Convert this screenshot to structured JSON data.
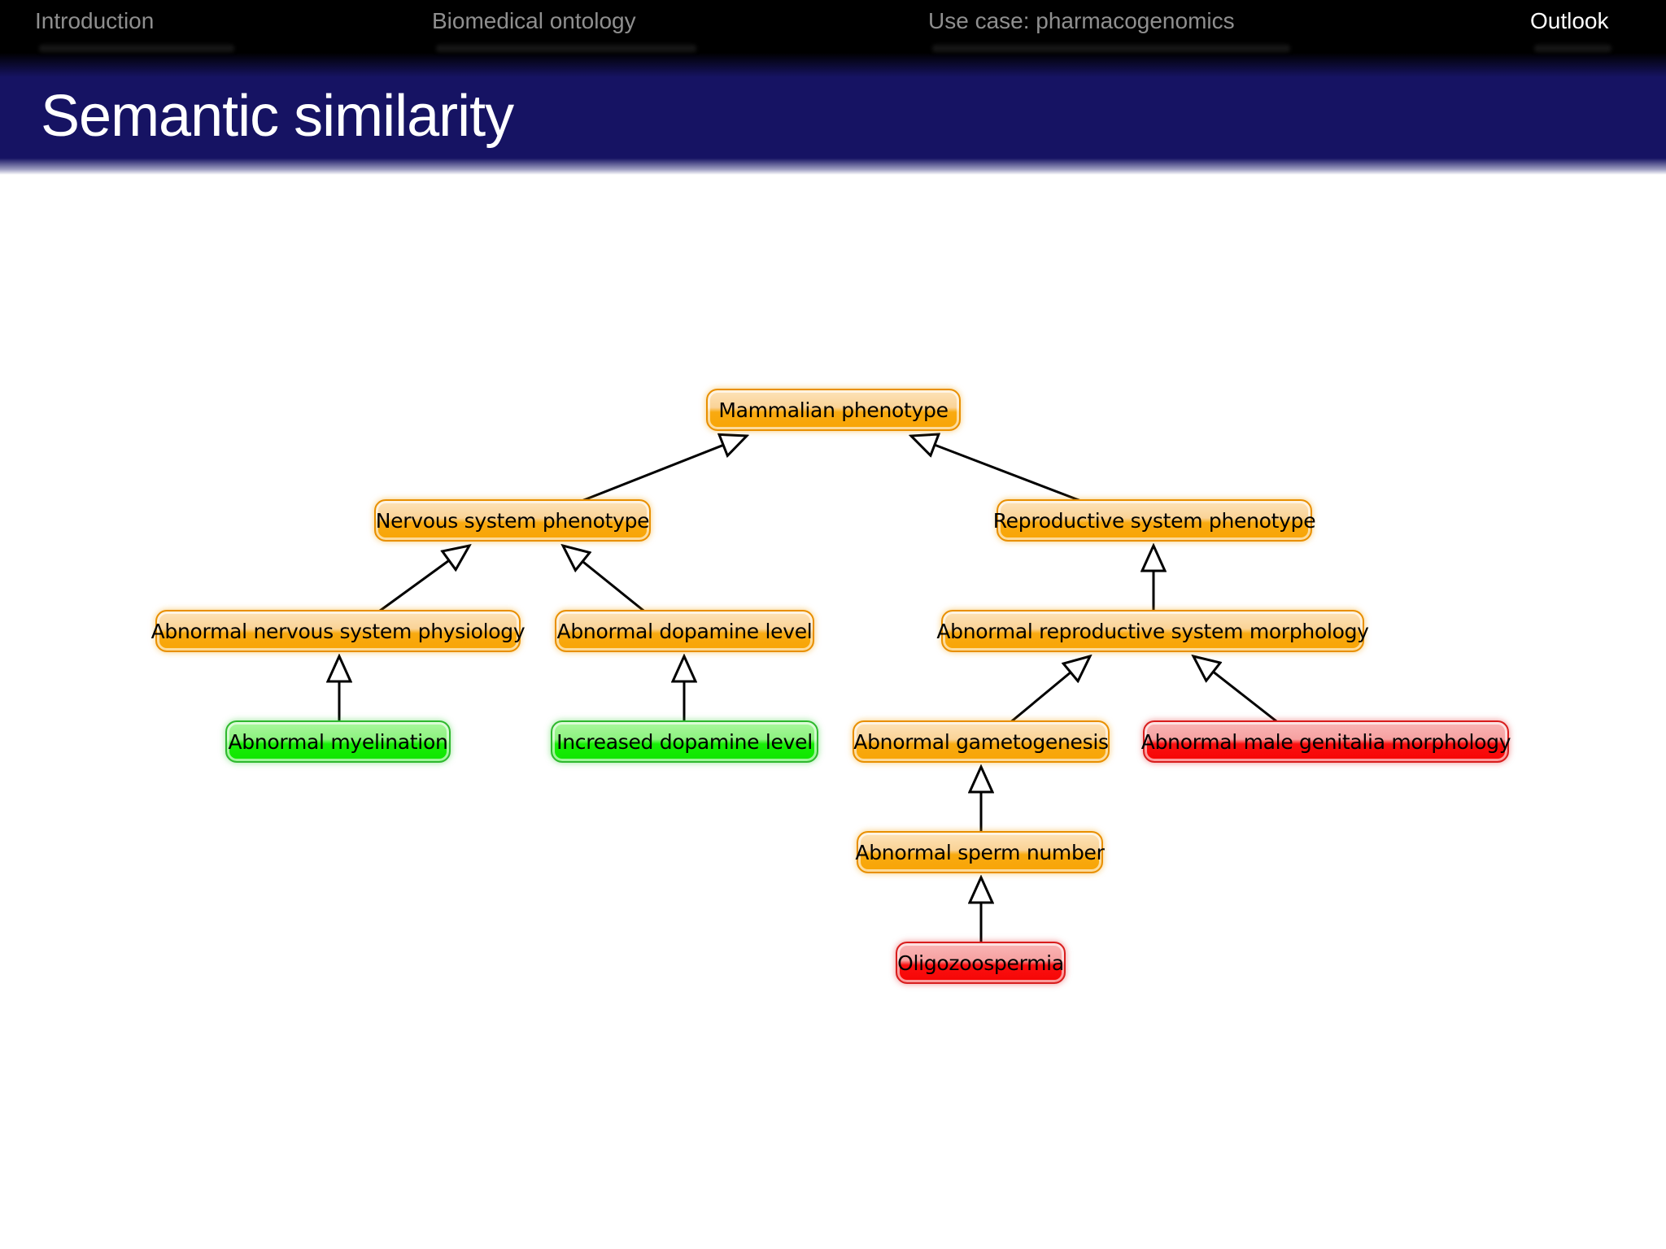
{
  "slide": {
    "nav": {
      "items": [
        {
          "label": "Introduction",
          "active": false
        },
        {
          "label": "Biomedical ontology",
          "active": false
        },
        {
          "label": "Use case: pharmacogenomics",
          "active": false
        },
        {
          "label": "Outlook",
          "active": true
        }
      ]
    },
    "title": "Semantic similarity"
  },
  "diagram": {
    "nodes": [
      {
        "id": "mammalian-phenotype",
        "label": "Mammalian phenotype",
        "color": "orange"
      },
      {
        "id": "nervous-system-phenotype",
        "label": "Nervous system phenotype",
        "color": "orange"
      },
      {
        "id": "reproductive-system-phenotype",
        "label": "Reproductive system phenotype",
        "color": "orange"
      },
      {
        "id": "abnormal-nervous-system-physiology",
        "label": "Abnormal nervous system physiology",
        "color": "orange"
      },
      {
        "id": "abnormal-dopamine-level",
        "label": "Abnormal dopamine level",
        "color": "orange"
      },
      {
        "id": "abnormal-reproductive-system-morphology",
        "label": "Abnormal reproductive system morphology",
        "color": "orange"
      },
      {
        "id": "abnormal-myelination",
        "label": "Abnormal myelination",
        "color": "green"
      },
      {
        "id": "increased-dopamine-level",
        "label": "Increased dopamine level",
        "color": "green"
      },
      {
        "id": "abnormal-gametogenesis",
        "label": "Abnormal gametogenesis",
        "color": "orange"
      },
      {
        "id": "abnormal-male-genitalia-morphology",
        "label": "Abnormal male genitalia morphology",
        "color": "red"
      },
      {
        "id": "abnormal-sperm-number",
        "label": "Abnormal sperm number",
        "color": "orange"
      },
      {
        "id": "oligozoospermia",
        "label": "Oligozoospermia",
        "color": "red"
      }
    ],
    "edges": [
      {
        "from": "nervous-system-phenotype",
        "to": "mammalian-phenotype"
      },
      {
        "from": "reproductive-system-phenotype",
        "to": "mammalian-phenotype"
      },
      {
        "from": "abnormal-nervous-system-physiology",
        "to": "nervous-system-phenotype"
      },
      {
        "from": "abnormal-dopamine-level",
        "to": "nervous-system-phenotype"
      },
      {
        "from": "abnormal-reproductive-system-morphology",
        "to": "reproductive-system-phenotype"
      },
      {
        "from": "abnormal-myelination",
        "to": "abnormal-nervous-system-physiology"
      },
      {
        "from": "increased-dopamine-level",
        "to": "abnormal-dopamine-level"
      },
      {
        "from": "abnormal-gametogenesis",
        "to": "abnormal-reproductive-system-morphology"
      },
      {
        "from": "abnormal-male-genitalia-morphology",
        "to": "abnormal-reproductive-system-morphology"
      },
      {
        "from": "abnormal-sperm-number",
        "to": "abnormal-gametogenesis"
      },
      {
        "from": "oligozoospermia",
        "to": "abnormal-sperm-number"
      }
    ],
    "colors": {
      "orange_top": "#fde3b9",
      "orange_bottom": "#f8a406",
      "orange_border": "#e88f00",
      "green_top": "#aaf79e",
      "green_bottom": "#0fe400",
      "green_border": "#2eb82e",
      "red_top": "#f9b6b6",
      "red_bottom": "#f50505",
      "red_border": "#d81d1d",
      "edge": "#000000",
      "title_bar": "#161363",
      "nav_bg": "#000000",
      "nav_inactive": "#8f8f8f",
      "nav_active": "#ffffff"
    }
  }
}
